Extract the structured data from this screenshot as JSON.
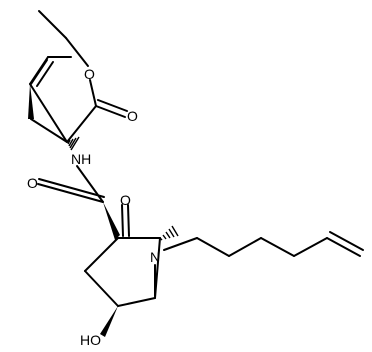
{
  "labels": {
    "ester_carbonyl_o": "O",
    "ester_ether_o": "O",
    "amide_nh": "NH",
    "amide1_o": "O",
    "amide2_o": "O",
    "amide_n": "N",
    "hydroxyl": "HO"
  }
}
